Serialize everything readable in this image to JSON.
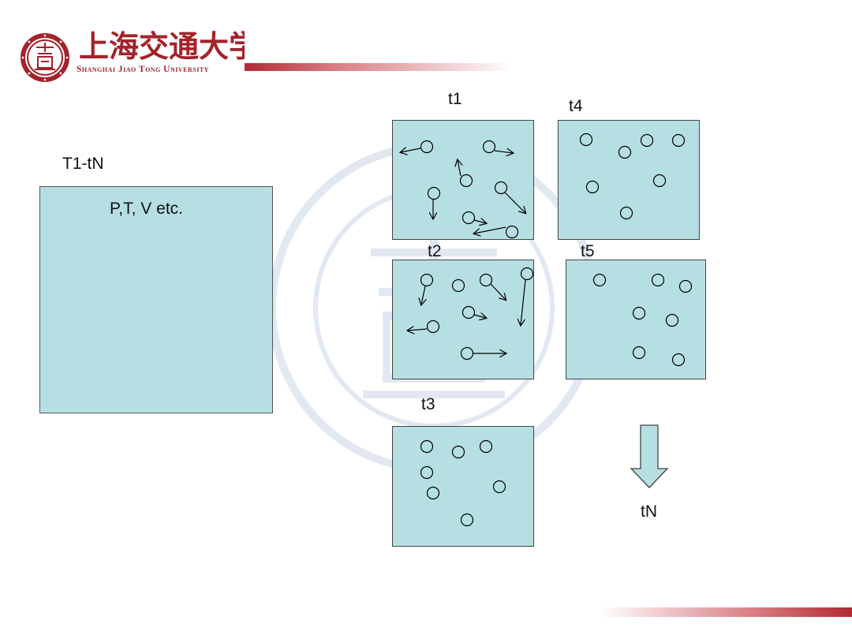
{
  "header": {
    "university_cn": "上海交通大学",
    "university_en": "Shanghai Jiao Tong University",
    "brand_color": "#b22a32",
    "seal_icon": "sjtu-seal-icon"
  },
  "macro": {
    "range_label": "T1-tN",
    "quantities": "P,T, V etc."
  },
  "snapshots": [
    {
      "label": "t1"
    },
    {
      "label": "t2"
    },
    {
      "label": "t3"
    },
    {
      "label": "t4"
    },
    {
      "label": "t5"
    }
  ],
  "time_arrow": {
    "label": "tN",
    "icon": "arrow-down-icon"
  },
  "colors": {
    "panel_fill": "#b6dfe3",
    "border": "#444444"
  }
}
